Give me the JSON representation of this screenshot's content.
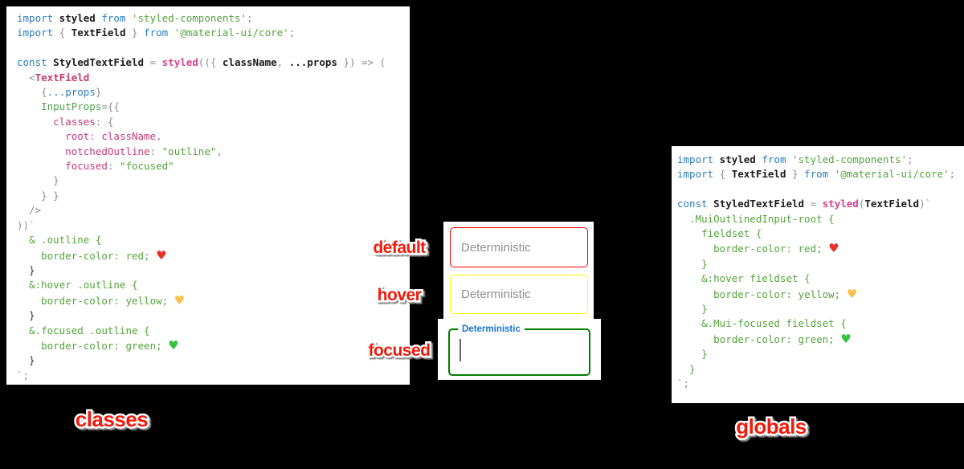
{
  "colors": {
    "background": "#000000",
    "panel_background": "#ffffff",
    "code_keyword": "#2d7bbd",
    "code_string": "#54a33c",
    "code_function_pink": "#d9418c",
    "code_object_key": "#c13b78",
    "code_punctuation": "#8e8e8e",
    "annotation_red": "#ee1b0c",
    "annotation_stroke": "#ffffff",
    "textfield_default_border": "#ff0000",
    "textfield_hover_border": "#ffff00",
    "textfield_focused_border": "#008000",
    "textfield_focused_label_blue": "#1a73d2",
    "placeholder_gray": "#8f8f8f",
    "heart_red": "#e53125",
    "heart_yellow": "#f6c14c",
    "heart_green": "#33c23d"
  },
  "left_panel": {
    "lines": [
      [
        [
          "kw",
          "import"
        ],
        [
          "id",
          " styled "
        ],
        [
          "kw",
          "from"
        ],
        [
          "str",
          " 'styled-components'"
        ],
        [
          "punc",
          ";"
        ]
      ],
      [
        [
          "kw",
          "import"
        ],
        [
          "punc",
          " { "
        ],
        [
          "id",
          "TextField"
        ],
        [
          "punc",
          " } "
        ],
        [
          "kw",
          "from"
        ],
        [
          "str",
          " '@material-ui/core'"
        ],
        [
          "punc",
          ";"
        ]
      ],
      [],
      [
        [
          "kw",
          "const"
        ],
        [
          "id",
          " StyledTextField "
        ],
        [
          "punc",
          "= "
        ],
        [
          "fn",
          "styled"
        ],
        [
          "punc",
          "(({ "
        ],
        [
          "id",
          "className"
        ],
        [
          "punc",
          ", "
        ],
        [
          "id",
          "...props"
        ],
        [
          "punc",
          " }) => ("
        ]
      ],
      [
        [
          "punc",
          "  <"
        ],
        [
          "jsx",
          "TextField"
        ]
      ],
      [
        [
          "punc",
          "    {"
        ],
        [
          "kw",
          "...props"
        ],
        [
          "punc",
          "}"
        ]
      ],
      [
        [
          "attr",
          "    InputProps"
        ],
        [
          "punc",
          "={{"
        ]
      ],
      [
        [
          "key",
          "      classes"
        ],
        [
          "punc",
          ": {"
        ]
      ],
      [
        [
          "key",
          "        root"
        ],
        [
          "punc",
          ": "
        ],
        [
          "key",
          "className"
        ],
        [
          "punc",
          ","
        ]
      ],
      [
        [
          "key",
          "        notchedOutline"
        ],
        [
          "punc",
          ": "
        ],
        [
          "str",
          "\"outline\""
        ],
        [
          "punc",
          ","
        ]
      ],
      [
        [
          "key",
          "        focused"
        ],
        [
          "punc",
          ": "
        ],
        [
          "str",
          "\"focused\""
        ]
      ],
      [
        [
          "punc",
          "      }"
        ]
      ],
      [
        [
          "punc",
          "    } }"
        ]
      ],
      [
        [
          "punc",
          "  />"
        ]
      ],
      [
        [
          "punc",
          "))`"
        ]
      ],
      [
        [
          "css",
          "  & .outline {"
        ]
      ],
      [
        [
          "css",
          "    border-color: red; "
        ],
        [
          "hr",
          "♥"
        ]
      ],
      [
        [
          "dim",
          "  }"
        ]
      ],
      [
        [
          "css",
          "  &:hover .outline {"
        ]
      ],
      [
        [
          "css",
          "    border-color: yellow; "
        ],
        [
          "hy",
          "♥"
        ]
      ],
      [
        [
          "dim",
          "  }"
        ]
      ],
      [
        [
          "css",
          "  &.focused .outline {"
        ]
      ],
      [
        [
          "css",
          "    border-color: green; "
        ],
        [
          "hg",
          "♥"
        ]
      ],
      [
        [
          "dim",
          "  }"
        ]
      ],
      [
        [
          "punc",
          "`;"
        ]
      ]
    ]
  },
  "right_panel": {
    "lines": [
      [
        [
          "kw",
          "import"
        ],
        [
          "id",
          " styled "
        ],
        [
          "kw",
          "from"
        ],
        [
          "str",
          " 'styled-components'"
        ],
        [
          "punc",
          ";"
        ]
      ],
      [
        [
          "kw",
          "import"
        ],
        [
          "punc",
          " { "
        ],
        [
          "id",
          "TextField"
        ],
        [
          "punc",
          " } "
        ],
        [
          "kw",
          "from"
        ],
        [
          "str",
          " '@material-ui/core'"
        ],
        [
          "punc",
          ";"
        ]
      ],
      [],
      [
        [
          "kw",
          "const"
        ],
        [
          "id",
          " StyledTextField "
        ],
        [
          "punc",
          "= "
        ],
        [
          "fn",
          "styled"
        ],
        [
          "punc",
          "("
        ],
        [
          "id",
          "TextField"
        ],
        [
          "punc",
          ")`"
        ]
      ],
      [
        [
          "css",
          "  .MuiOutlinedInput-root {"
        ]
      ],
      [
        [
          "css",
          "    fieldset {"
        ]
      ],
      [
        [
          "css",
          "      border-color: red; "
        ],
        [
          "hr",
          "♥"
        ]
      ],
      [
        [
          "css",
          "    }"
        ]
      ],
      [
        [
          "css",
          "    &:hover fieldset {"
        ]
      ],
      [
        [
          "css",
          "      border-color: yellow; "
        ],
        [
          "hy",
          "♥"
        ]
      ],
      [
        [
          "css",
          "    }"
        ]
      ],
      [
        [
          "css",
          "    &.Mui-focused fieldset {"
        ]
      ],
      [
        [
          "css",
          "      border-color: green; "
        ],
        [
          "hg",
          "♥"
        ]
      ],
      [
        [
          "css",
          "    }"
        ]
      ],
      [
        [
          "css",
          "  }"
        ]
      ],
      [
        [
          "punc",
          "`;"
        ]
      ]
    ]
  },
  "annotations": {
    "default": "default",
    "hover": "hover",
    "focused": "focused",
    "classes": "classes",
    "globals": "globals"
  },
  "textfields": {
    "default_placeholder": "Deterministic",
    "hover_placeholder": "Deterministic",
    "focused_label": "Deterministic"
  }
}
